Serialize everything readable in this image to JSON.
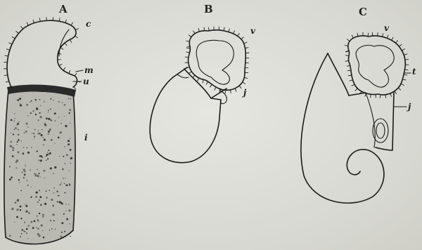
{
  "figures": [
    {
      "letter": "A",
      "labels": {
        "c": "c",
        "m": "m",
        "u": "u",
        "i": "i"
      }
    },
    {
      "letter": "B",
      "labels": {
        "v": "v",
        "j": "j"
      }
    },
    {
      "letter": "C",
      "labels": {
        "v": "v",
        "t": "t",
        "j": "j"
      }
    }
  ]
}
